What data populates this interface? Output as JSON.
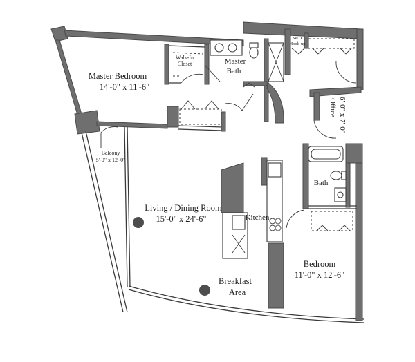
{
  "rooms": {
    "master_bedroom": {
      "name": "Master Bedroom",
      "dims": "14'-0\" x 11'-6\""
    },
    "walk_in_closet": {
      "line1": "Walk-In",
      "line2": "Closet"
    },
    "master_bath": {
      "line1": "Master",
      "line2": "Bath"
    },
    "wd": {
      "line1": "W/D",
      "line2": "Hook-up"
    },
    "office": {
      "name": "Office",
      "dims": "6'-0\" x 7'-0\""
    },
    "balcony": {
      "name": "Balcony",
      "dims": "5'-0\" x 12'-0\""
    },
    "living": {
      "name": "Living / Dining Room",
      "dims": "15'-0\" x 24'-6\""
    },
    "kitchen": {
      "name": "Kitchen"
    },
    "bath": {
      "name": "Bath"
    },
    "bedroom": {
      "name": "Bedroom",
      "dims": "11'-0\" x 12'-6\""
    },
    "breakfast": {
      "line1": "Breakfast",
      "line2": "Area"
    }
  },
  "colors": {
    "wall": "#6f6f6f",
    "line": "#3a3a3a",
    "column": "#4d4d4d"
  }
}
